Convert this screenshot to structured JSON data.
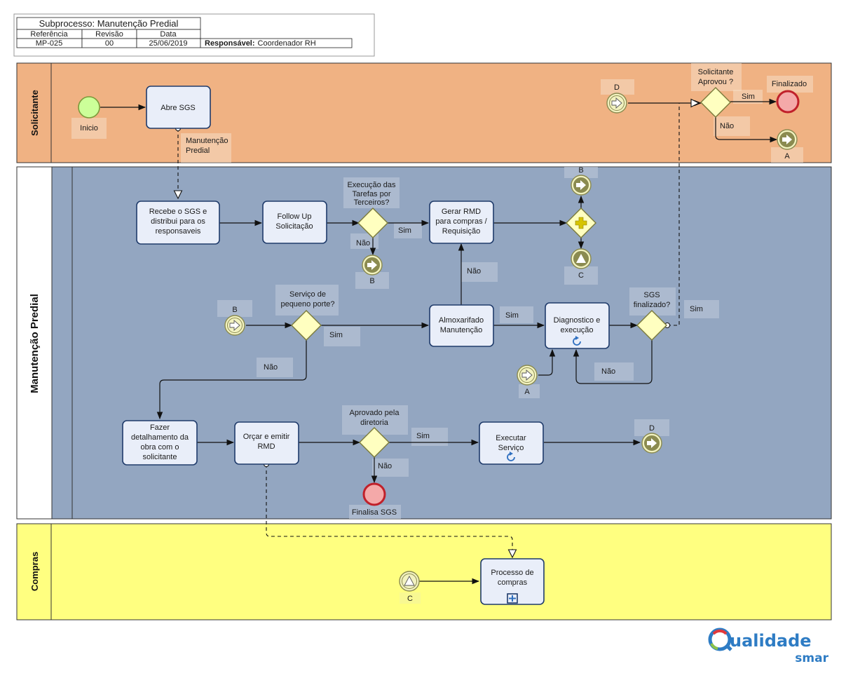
{
  "header": {
    "title": "Subprocesso: Manutenção Predial",
    "col_ref": "Referência",
    "col_rev": "Revisão",
    "col_date": "Data",
    "ref": "MP-025",
    "rev": "00",
    "date": "25/06/2019",
    "resp_label": "Responsável:",
    "resp_value": "Coordenador RH"
  },
  "lanes": {
    "solicitante": "Solicitante",
    "manutencao": "Manutenção Predial",
    "compras": "Compras"
  },
  "colors": {
    "solicitante_lane": "#f0b283",
    "manutencao_lane": "#93a6c1",
    "compras_lane": "#ffff80",
    "task_fill": "#e9eef9",
    "task_stroke": "#1f3b6b",
    "gateway_fill": "#ffffc0",
    "start_fill": "#ccff99",
    "end_fill": "#f4a9a9",
    "link_event_fill": "#f2f2c0"
  },
  "solicitante": {
    "start_label": "Inicio",
    "task_abre": "Abre SGS",
    "msg_label_1": "Manutenção",
    "msg_label_2": "Predial",
    "link_d": "D",
    "gw_q1": "Solicitante",
    "gw_q2": "Aprovou ?",
    "sim": "Sim",
    "nao": "Não",
    "end_label": "Finalizado",
    "link_a": "A"
  },
  "manutencao": {
    "task_recebe_1": "Recebe o SGS e",
    "task_recebe_2": "distribui para os",
    "task_recebe_3": "responsaveis",
    "task_follow_1": "Follow Up",
    "task_follow_2": "Solicitação",
    "gw_exec_1": "Execução das",
    "gw_exec_2": "Tarefas por",
    "gw_exec_3": "Terceiros?",
    "exec_sim": "Sim",
    "exec_nao": "Não",
    "link_b_out": "B",
    "task_rmd_1": "Gerar RMD",
    "task_rmd_2": "para compras /",
    "task_rmd_3": "Requisição",
    "par_link_b": "B",
    "par_link_c": "C",
    "almox_nao": "Não",
    "link_b_in": "B",
    "gw_servico_1": "Serviço de",
    "gw_servico_2": "pequeno porte?",
    "servico_sim": "Sim",
    "servico_nao": "Não",
    "task_almox_1": "Almoxarifado",
    "task_almox_2": "Manutenção",
    "almox_sim": "Sim",
    "task_diag_1": "Diagnostico e",
    "task_diag_2": "execução",
    "gw_sgs_1": "SGS",
    "gw_sgs_2": "finalizado?",
    "sgs_sim": "Sim",
    "sgs_nao": "Não",
    "link_a_in": "A",
    "task_fazer_1": "Fazer",
    "task_fazer_2": "detalhamento da",
    "task_fazer_3": "obra com o",
    "task_fazer_4": "solicitante",
    "task_orcar_1": "Orçar e emitir",
    "task_orcar_2": "RMD",
    "gw_aprov_1": "Aprovado pela",
    "gw_aprov_2": "diretoria",
    "aprov_sim": "Sim",
    "aprov_nao": "Não",
    "task_exec_1": "Executar",
    "task_exec_2": "Serviço",
    "link_d_out": "D",
    "end_label": "Finalisa SGS"
  },
  "compras": {
    "link_c": "C",
    "task_proc_1": "Processo de",
    "task_proc_2": "compras"
  },
  "logo": {
    "word": "ualidade",
    "sub": "smar"
  }
}
